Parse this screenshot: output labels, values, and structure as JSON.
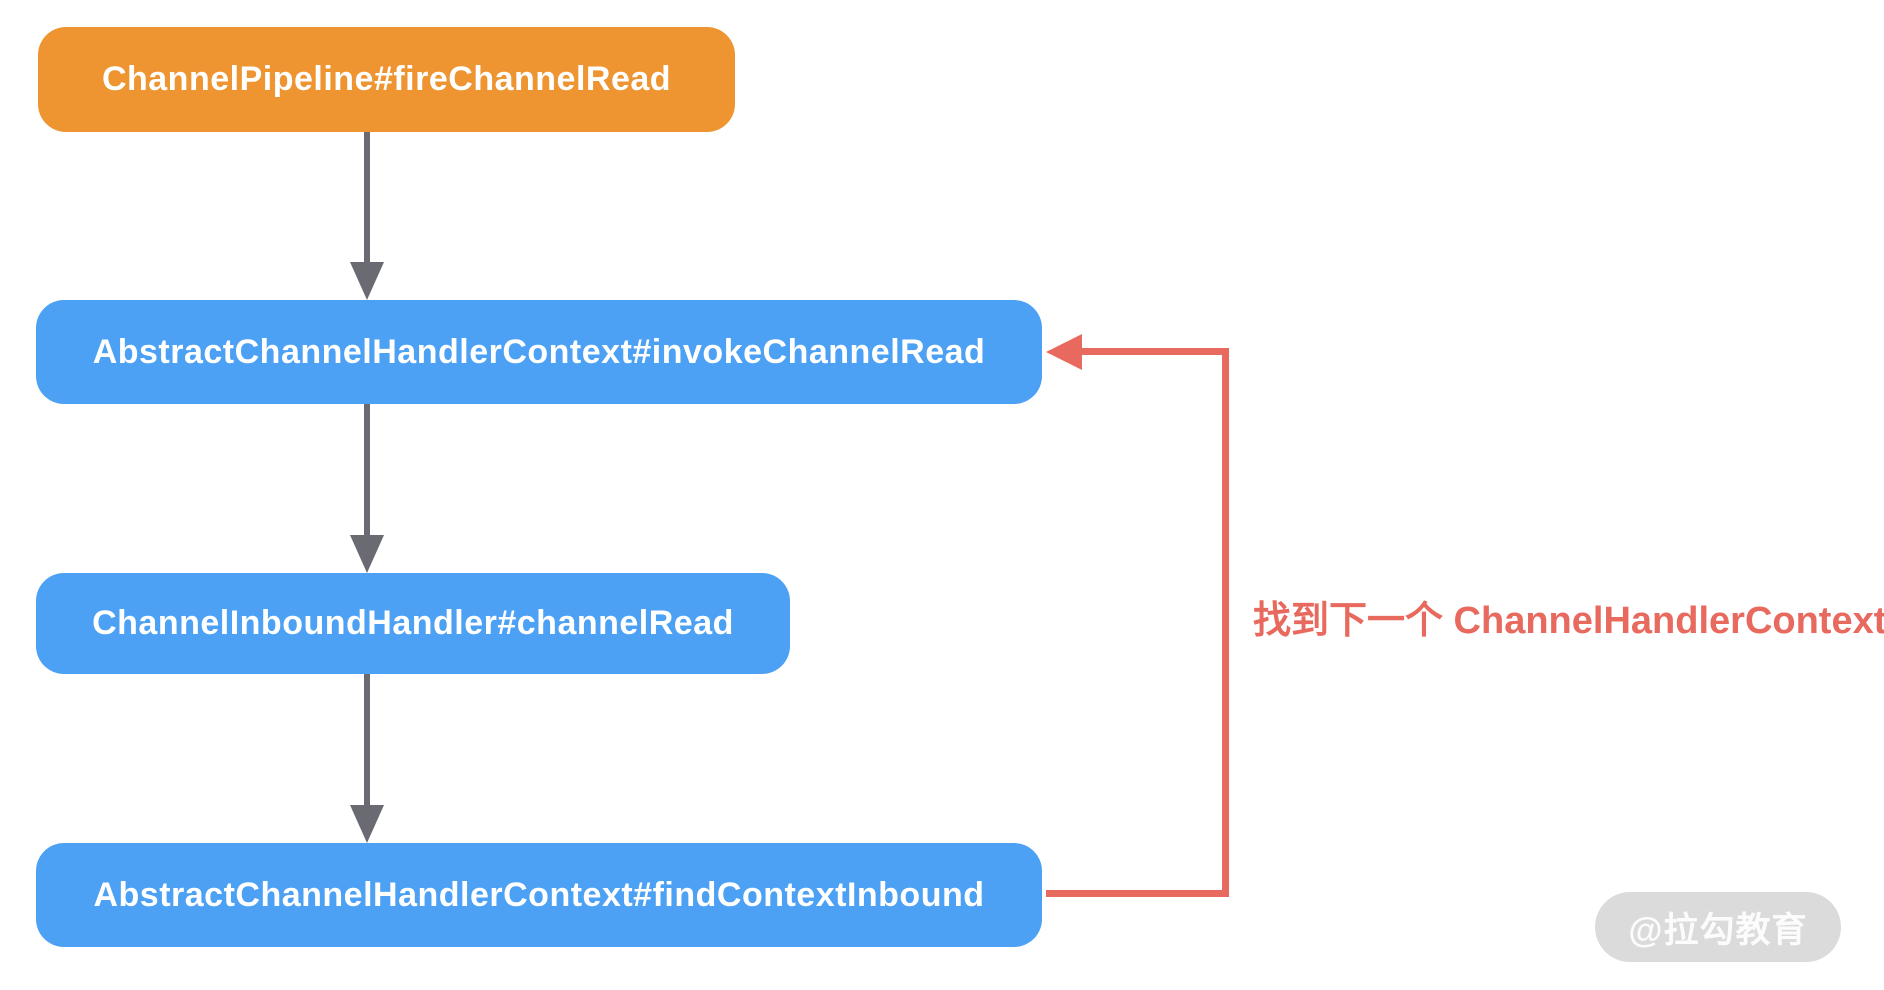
{
  "colors": {
    "background": "#FFFFFF",
    "node_orange": "#EE9430",
    "node_blue": "#4CA1F4",
    "node_text": "#FFFFFF",
    "flow_arrow_gray": "#6A6A73",
    "loop_red": "#E8695E",
    "watermark_bg": "#DBDBDB",
    "watermark_text": "#FFFFFF"
  },
  "diagram": {
    "nodes": [
      {
        "id": "fire-channel-read",
        "label": "ChannelPipeline#fireChannelRead",
        "fill": "#EE9430"
      },
      {
        "id": "invoke-channel-read",
        "label": "AbstractChannelHandlerContext#invokeChannelRead",
        "fill": "#4CA1F4"
      },
      {
        "id": "channel-read",
        "label": "ChannelInboundHandler#channelRead",
        "fill": "#4CA1F4"
      },
      {
        "id": "find-context-inbound",
        "label": "AbstractChannelHandlerContext#findContextInbound",
        "fill": "#4CA1F4"
      }
    ],
    "edges": [
      {
        "from": "fire-channel-read",
        "to": "invoke-channel-read",
        "style": "straight-down",
        "color": "#6A6A73"
      },
      {
        "from": "invoke-channel-read",
        "to": "channel-read",
        "style": "straight-down",
        "color": "#6A6A73"
      },
      {
        "from": "channel-read",
        "to": "find-context-inbound",
        "style": "straight-down",
        "color": "#6A6A73"
      },
      {
        "from": "find-context-inbound",
        "to": "invoke-channel-read",
        "style": "right-side-loop-up",
        "color": "#E8695E",
        "label": "找到下一个 ChannelHandlerContext"
      }
    ],
    "loop_label": "找到下一个 ChannelHandlerContext"
  },
  "watermark": {
    "label": "@拉勾教育"
  }
}
